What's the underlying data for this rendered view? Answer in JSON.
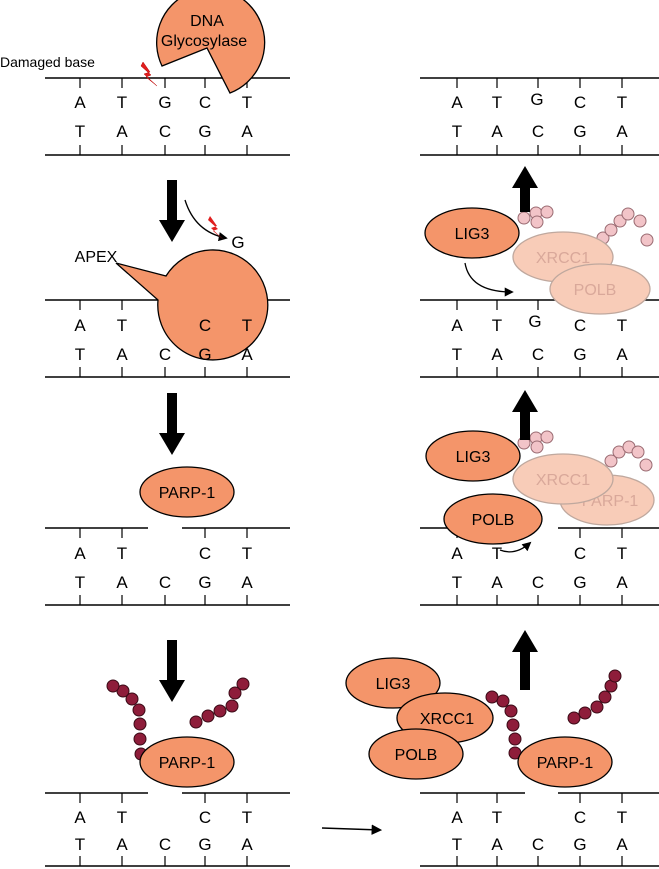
{
  "colors": {
    "enzyme": "#f4956a",
    "enzyme_stroke": "#000000",
    "enzyme_faded": "#f8ccb8",
    "enzyme_faded_stroke": "#bfa89e",
    "text_faded": "#d9a89a",
    "par_chain": "#8e1d3a",
    "par_chain_faded": "#f2c4c8",
    "lightning": "#e01e1e"
  },
  "labels": {
    "damaged_base": "Damaged base",
    "glycosylase_line1": "DNA",
    "glycosylase_line2": "Glycosylase",
    "apex": "APEX",
    "parp1": "PARP-1",
    "lig3": "LIG3",
    "xrcc1": "XRCC1",
    "polb": "POLB",
    "excised_base": "G"
  },
  "strands": {
    "top_full": [
      "A",
      "T",
      "G",
      "C",
      "T"
    ],
    "bottom_full": [
      "T",
      "A",
      "C",
      "G",
      "A"
    ],
    "top_gap": [
      "A",
      "T",
      "C",
      "T"
    ]
  },
  "icons": [
    "lightning-icon",
    "down-arrow-icon",
    "up-arrow-icon",
    "curved-arrow-icon",
    "right-arrow-icon"
  ]
}
